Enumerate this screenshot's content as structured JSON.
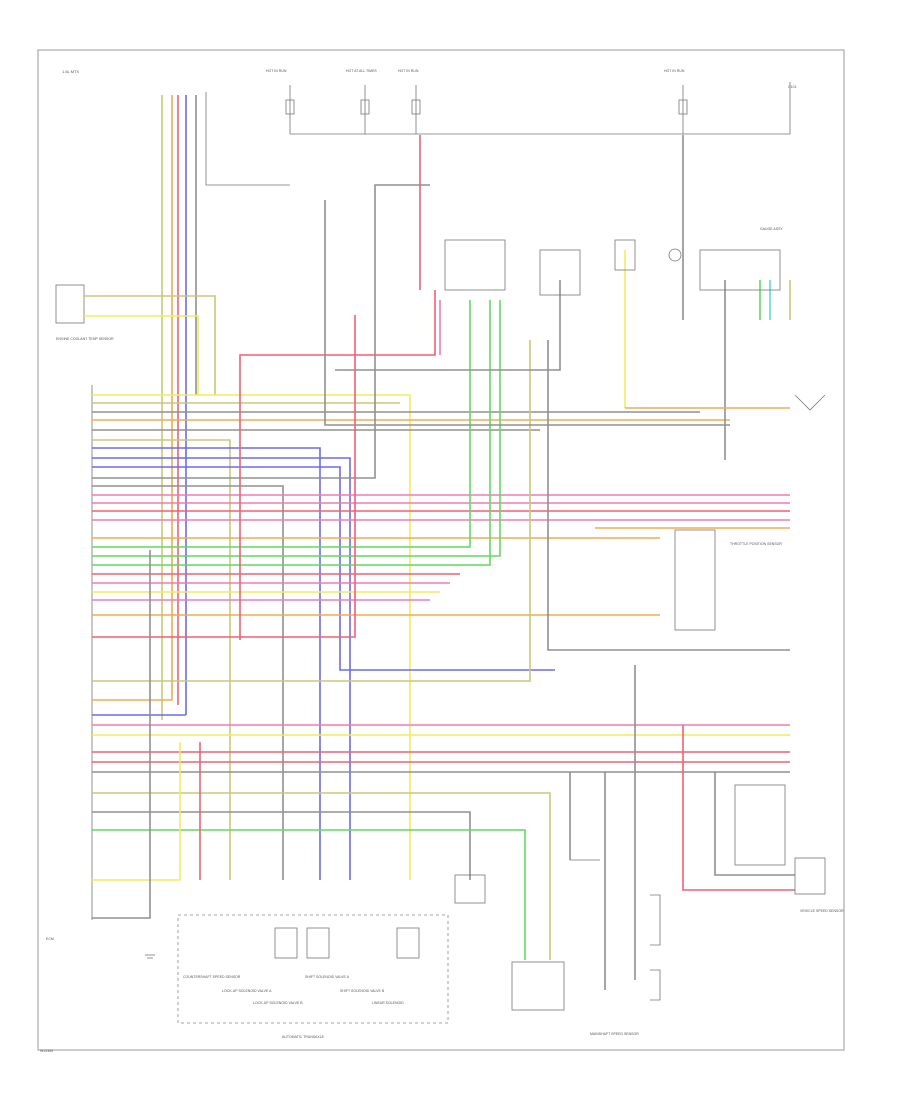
{
  "header_left": "1.6L MTX",
  "top_labels": [
    "HOT IN RUN",
    "HOT AT ALL TIMES",
    "HOT IN RUN",
    "HOT IN RUN"
  ],
  "ground_label": "G101",
  "ecm_label": "ECM",
  "bottom_labels": [
    "COUNTERSHAFT SPEED SENSOR",
    "LOCK-UP SOLENOID VALVE A",
    "LOCK-UP SOLENOID VALVE B",
    "SHIFT SOLENOID VALVE A",
    "SHIFT SOLENOID VALVE B",
    "LINEAR SOLENOID"
  ],
  "bottom_center_label": "AUTOMATIC TRANSAXLE",
  "left_box_label": "ENGINE COOLANT TEMP SENSOR",
  "right_top_label": "GAUGE ASSY",
  "right_mid_label": "THROTTLE POSITION SENSOR",
  "right_low_label": "VEHICLE SPEED SENSOR",
  "bottom_right_label": "MAINSHAFT SPEED SENSOR",
  "corner_code": "W12345",
  "wire_colors": {
    "red": "#f06070",
    "orange": "#f5a850",
    "yellow": "#f0ec60",
    "green": "#5fdc5f",
    "blue": "#6a6af0",
    "pink": "#f07ab4",
    "gray": "#909090",
    "olive": "#c8c878",
    "cyan": "#60d8e0",
    "black": "#666666"
  }
}
